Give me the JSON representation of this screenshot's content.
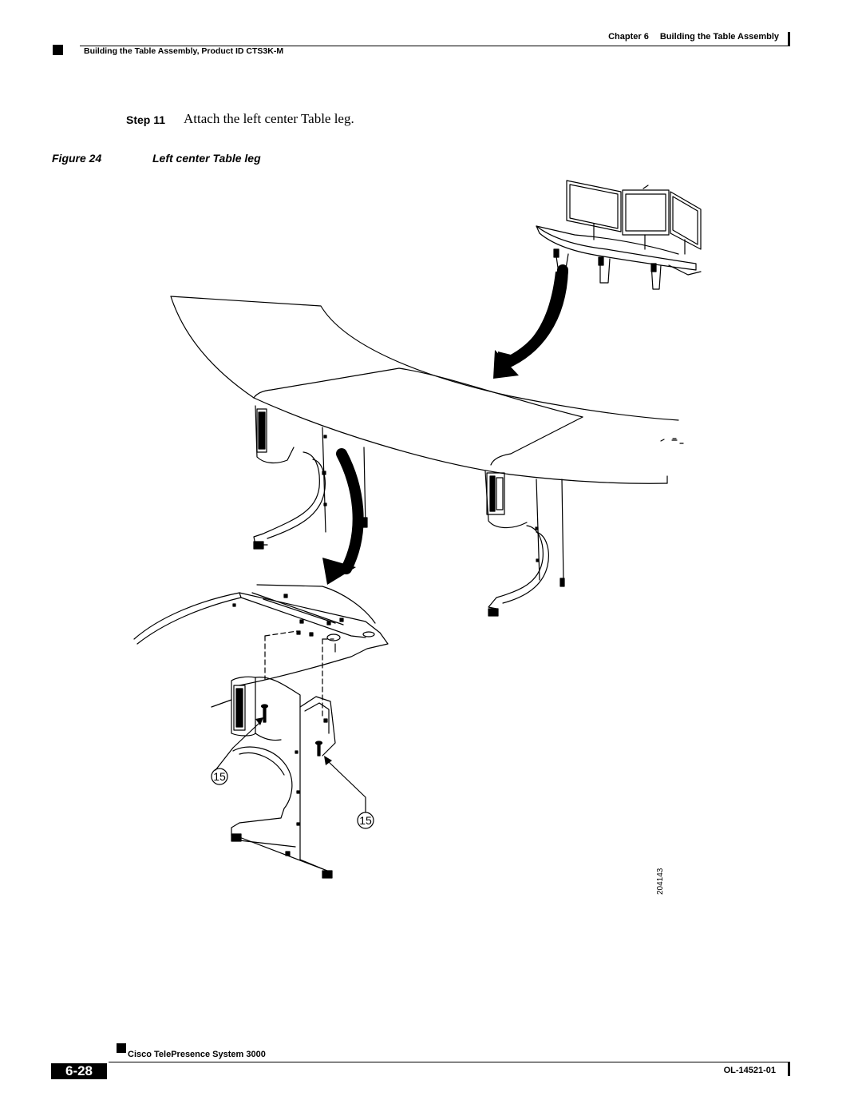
{
  "header": {
    "chapter": "Chapter 6",
    "chapter_title": "Building the Table Assembly",
    "section": "Building the Table Assembly, Product ID CTS3K-M"
  },
  "step": {
    "label": "Step 11",
    "text": "Attach the left center Table leg."
  },
  "figure": {
    "label": "Figure 24",
    "title": "Left center Table leg",
    "callouts": [
      "15",
      "15"
    ],
    "art_number": "204143"
  },
  "footer": {
    "product": "Cisco TelePresence System 3000",
    "page": "6-28",
    "doc_number": "OL-14521-01"
  }
}
